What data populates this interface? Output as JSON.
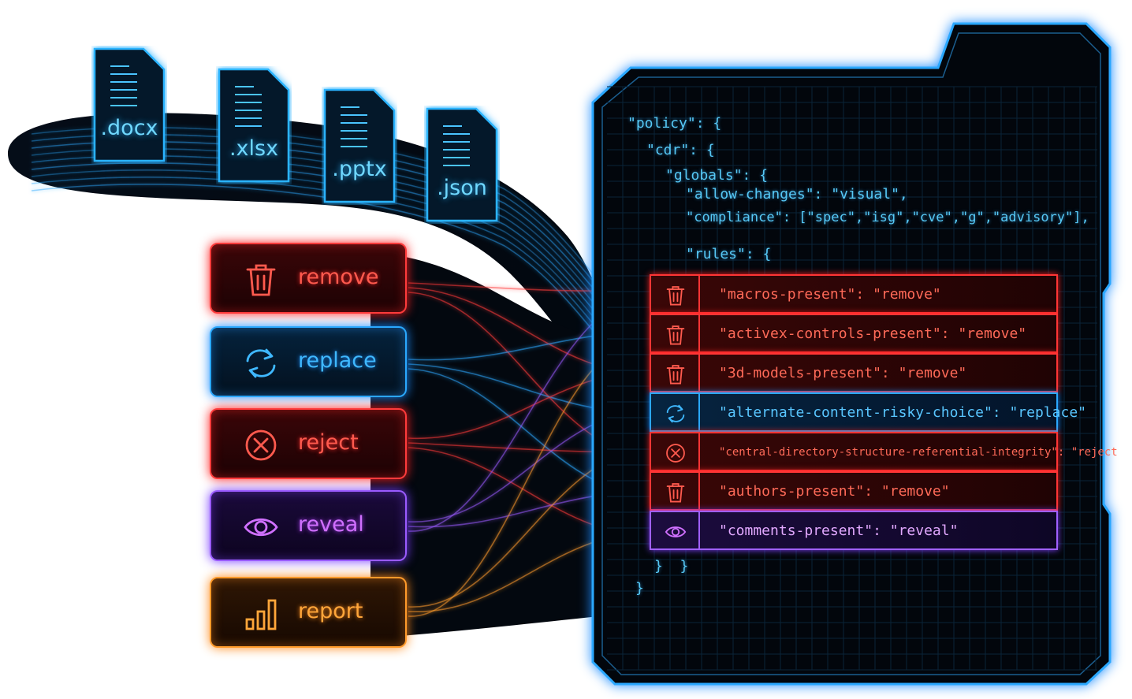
{
  "colors": {
    "red": "#ff3b3b",
    "blue": "#2aa8ff",
    "purple": "#9a5bff",
    "orange": "#ff9a2a",
    "cyan": "#56c8f5"
  },
  "files": [
    {
      "ext": ".docx",
      "icon": "document-icon"
    },
    {
      "ext": ".xlsx",
      "icon": "document-icon"
    },
    {
      "ext": ".pptx",
      "icon": "document-icon"
    },
    {
      "ext": ".json",
      "icon": "document-icon"
    }
  ],
  "actions": [
    {
      "label": "remove",
      "icon": "trash-icon",
      "color": "red"
    },
    {
      "label": "replace",
      "icon": "refresh-icon",
      "color": "blue"
    },
    {
      "label": "reject",
      "icon": "x-circle-icon",
      "color": "red"
    },
    {
      "label": "reveal",
      "icon": "eye-icon",
      "color": "purple"
    },
    {
      "label": "report",
      "icon": "bar-chart-icon",
      "color": "orange"
    }
  ],
  "code": {
    "line1": "\"policy\": {",
    "line2": "\"cdr\": {",
    "line3": "\"globals\": {",
    "line4": "\"allow-changes\": \"visual\",",
    "line5": "\"compliance\": [\"spec\",\"isg\",\"cve\",\"g\",\"advisory\"],",
    "line6": "\"rules\": {",
    "close1": "}  }",
    "close2": "}"
  },
  "rules": [
    {
      "text": "\"macros-present\": \"remove\"",
      "icon": "trash-icon",
      "color": "red"
    },
    {
      "text": "\"activex-controls-present\": \"remove\"",
      "icon": "trash-icon",
      "color": "red"
    },
    {
      "text": "\"3d-models-present\": \"remove\"",
      "icon": "trash-icon",
      "color": "red"
    },
    {
      "text": "\"alternate-content-risky-choice\": \"replace\"",
      "icon": "refresh-icon",
      "color": "blue"
    },
    {
      "text": "\"central-directory-structure-referential-integrity\": \"reject",
      "icon": "x-circle-icon",
      "color": "red"
    },
    {
      "text": "\"authors-present\": \"remove\"",
      "icon": "trash-icon",
      "color": "red"
    },
    {
      "text": "\"comments-present\": \"reveal\"",
      "icon": "eye-icon",
      "color": "purple"
    }
  ]
}
